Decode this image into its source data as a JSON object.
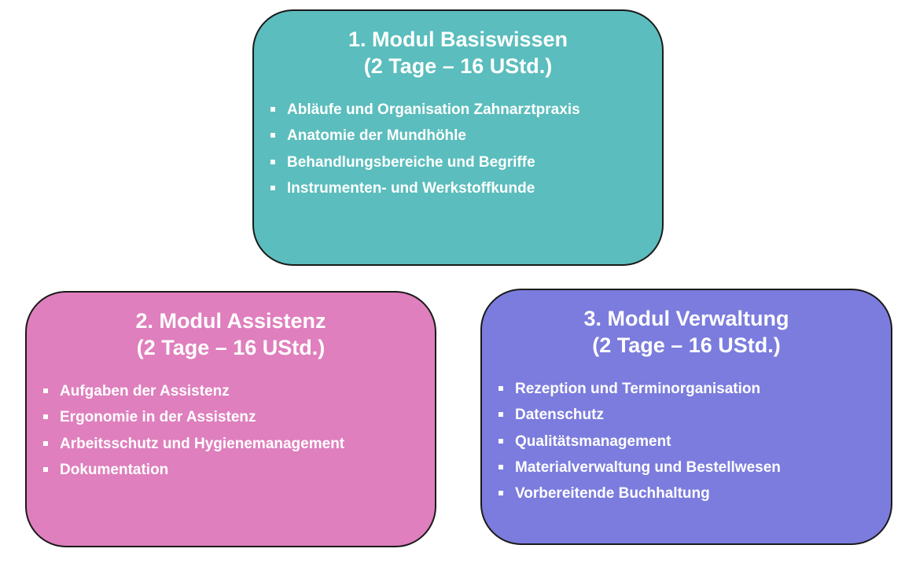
{
  "modules": [
    {
      "title": "1. Modul Basiswissen",
      "duration": "(2 Tage – 16 UStd.)",
      "color": "#5bbdbd",
      "topics": [
        "Abläufe und Organisation Zahnarztpraxis",
        "Anatomie der Mundhöhle",
        "Behandlungsbereiche und Begriffe",
        "Instrumenten- und Werkstoffkunde"
      ]
    },
    {
      "title": "2. Modul Assistenz",
      "duration": "(2 Tage – 16 UStd.)",
      "color": "#df7fbd",
      "topics": [
        "Aufgaben der Assistenz",
        "Ergonomie in der Assistenz",
        "Arbeitsschutz und Hygienemanagement",
        "Dokumentation"
      ]
    },
    {
      "title": "3. Modul Verwaltung",
      "duration": "(2 Tage – 16 UStd.)",
      "color": "#7b7cdd",
      "topics": [
        "Rezeption und Terminorganisation",
        "Datenschutz",
        "Qualitätsmanagement",
        "Materialverwaltung und Bestellwesen",
        "Vorbereitende Buchhaltung"
      ]
    }
  ]
}
